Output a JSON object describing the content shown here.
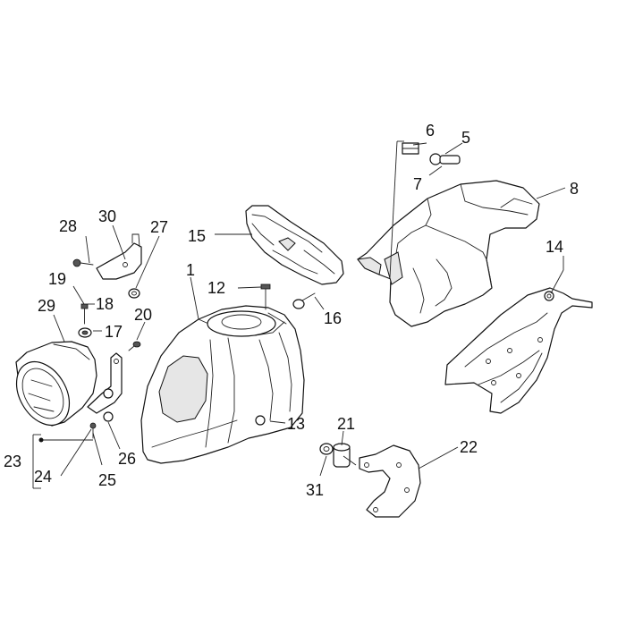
{
  "callouts": [
    {
      "id": "1",
      "label": "1"
    },
    {
      "id": "5",
      "label": "5"
    },
    {
      "id": "6",
      "label": "6"
    },
    {
      "id": "7",
      "label": "7"
    },
    {
      "id": "8",
      "label": "8"
    },
    {
      "id": "12",
      "label": "12"
    },
    {
      "id": "13",
      "label": "13"
    },
    {
      "id": "14",
      "label": "14"
    },
    {
      "id": "15",
      "label": "15"
    },
    {
      "id": "16",
      "label": "16"
    },
    {
      "id": "17",
      "label": "17"
    },
    {
      "id": "18",
      "label": "18"
    },
    {
      "id": "19",
      "label": "19"
    },
    {
      "id": "20",
      "label": "20"
    },
    {
      "id": "21",
      "label": "21"
    },
    {
      "id": "22",
      "label": "22"
    },
    {
      "id": "23",
      "label": "23"
    },
    {
      "id": "24",
      "label": "24"
    },
    {
      "id": "25",
      "label": "25"
    },
    {
      "id": "26",
      "label": "26"
    },
    {
      "id": "27",
      "label": "27"
    },
    {
      "id": "28",
      "label": "28"
    },
    {
      "id": "29",
      "label": "29"
    },
    {
      "id": "30",
      "label": "30"
    },
    {
      "id": "31",
      "label": "31"
    }
  ]
}
